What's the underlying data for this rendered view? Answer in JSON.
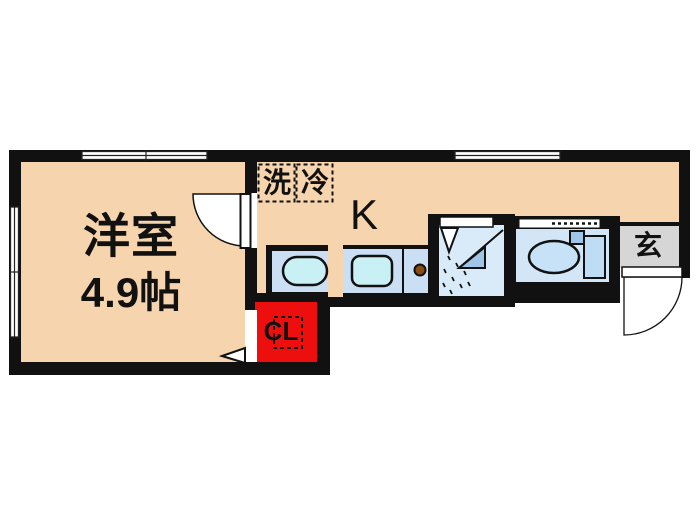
{
  "plan": {
    "western_room": {
      "name": "洋室",
      "size": "4.9帖"
    },
    "kitchen": {
      "name": "K"
    },
    "laundry": {
      "name": "洗"
    },
    "refrigerator": {
      "name": "冷"
    },
    "closet": {
      "name": "CL"
    },
    "entrance": {
      "name": "玄"
    }
  },
  "colors": {
    "wall": "#111111",
    "floor": "#F6D4AE",
    "shower_floor": "#D9EBF9",
    "toilet_floor": "#D3E6F7",
    "counter": "#CBDFF4",
    "fixture": "#C9F0F4",
    "toilet_tank": "#BFDCF5",
    "toilet_bowl": "#C7E2F7",
    "shower_pan": "#9FC6E8",
    "closet_red": "#ED0E0E",
    "entrance_gray": "#D6D6D6",
    "burner_brown": "#8B4A10",
    "white": "#FFFFFF"
  }
}
